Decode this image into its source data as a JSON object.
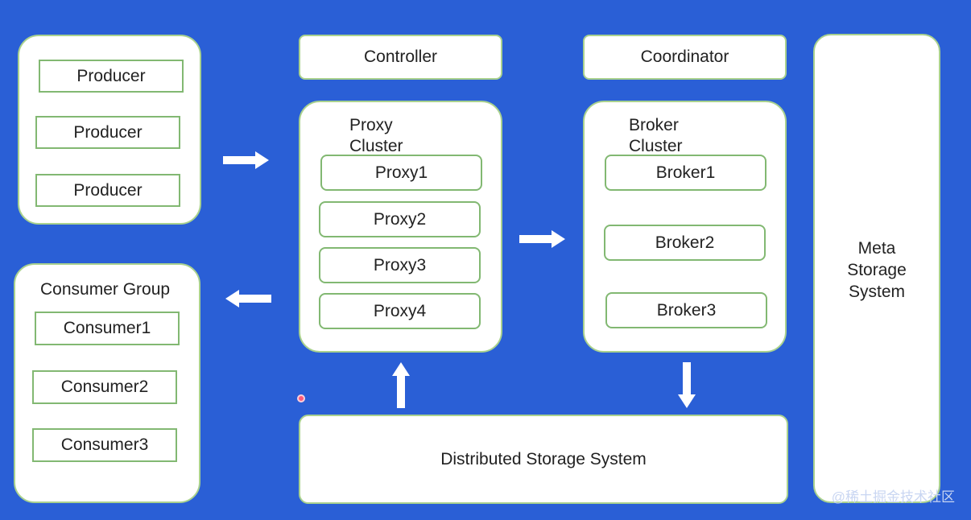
{
  "producers_panel": {
    "items": [
      "Producer",
      "Producer",
      "Producer"
    ]
  },
  "consumer_group": {
    "title": "Consumer Group",
    "items": [
      "Consumer1",
      "Consumer2",
      "Consumer3"
    ]
  },
  "controller": {
    "label": "Controller"
  },
  "coordinator": {
    "label": "Coordinator"
  },
  "proxy_cluster": {
    "title_line1": "Proxy",
    "title_line2": "Cluster",
    "items": [
      "Proxy1",
      "Proxy2",
      "Proxy3",
      "Proxy4"
    ]
  },
  "broker_cluster": {
    "title_line1": "Broker",
    "title_line2": "Cluster",
    "items": [
      "Broker1",
      "Broker2",
      "Broker3"
    ]
  },
  "meta_storage": {
    "line1": "Meta",
    "line2": "Storage",
    "line3": "System"
  },
  "distributed_storage": {
    "label": "Distributed Storage System"
  },
  "watermark": "@稀土掘金技术社区",
  "colors": {
    "background": "#2a5fd6",
    "box_border": "#82b872",
    "arrow": "#ffffff"
  }
}
